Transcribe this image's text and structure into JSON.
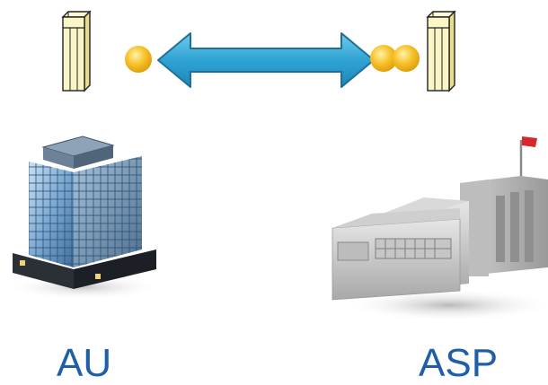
{
  "nodes": {
    "left": {
      "label": "AU",
      "building_icon": "office-tower-icon",
      "server_icon": "server-rack-icon",
      "connector_icon": "connection-dot-icon"
    },
    "right": {
      "label": "ASP",
      "building_icon": "factory-building-icon",
      "server_icon": "server-rack-icon",
      "connector_icon": "double-connection-dot-icon"
    }
  },
  "connection": {
    "icon": "double-headed-arrow-icon",
    "direction": "bidirectional"
  },
  "colors": {
    "label_text": "#1f5fa8",
    "arrow_fill": "#3aa7d6",
    "arrow_stroke": "#1f6f9a",
    "server_fill": "#fbf6c6",
    "connector_fill": "#f7c12a",
    "flag": "#d6262e"
  }
}
